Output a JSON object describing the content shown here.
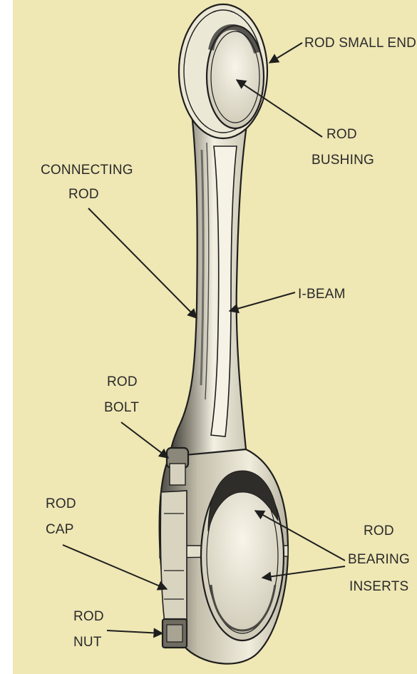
{
  "colors": {
    "paper": "#efe7b4",
    "outline": "#1e1e1e",
    "metal_light": "#f4f1e4",
    "metal_mid": "#bdb8a6",
    "metal_dark": "#595650",
    "text": "#2a2a2a"
  },
  "labels": {
    "rod_small_end": "ROD SMALL END",
    "rod_bushing": [
      "ROD",
      "BUSHING"
    ],
    "connecting_rod": [
      "CONNECTING",
      "ROD"
    ],
    "i_beam": "I-BEAM",
    "rod_bolt": [
      "ROD",
      "BOLT"
    ],
    "rod_cap": [
      "ROD",
      "CAP"
    ],
    "rod_bearing_inserts": [
      "ROD",
      "BEARING",
      "INSERTS"
    ],
    "rod_nut": [
      "ROD",
      "NUT"
    ]
  }
}
